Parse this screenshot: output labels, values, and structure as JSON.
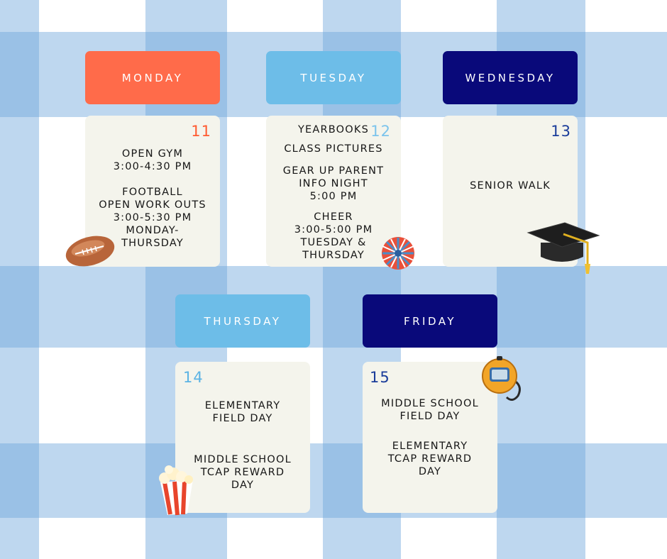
{
  "colors": {
    "monday": "#ff6b4a",
    "tuesday": "#6dbde8",
    "wednesday": "#09097a",
    "thursday": "#6dbde8",
    "friday": "#09097a"
  },
  "days": {
    "monday": {
      "label": "MONDAY",
      "date": "11",
      "events": [
        "OPEN GYM",
        "3:00-4:30 PM",
        "FOOTBALL",
        "OPEN WORK OUTS",
        "3:00-5:30 PM",
        "MONDAY-",
        "THURSDAY"
      ]
    },
    "tuesday": {
      "label": "TUESDAY",
      "date": "12",
      "events": [
        "YEARBOOKS",
        "CLASS PICTURES",
        "GEAR UP PARENT",
        "INFO NIGHT",
        "5:00 PM",
        "CHEER",
        "3:00-5:00 PM",
        "TUESDAY &",
        "THURSDAY"
      ]
    },
    "wednesday": {
      "label": "WEDNESDAY",
      "date": "13",
      "events": [
        "SENIOR WALK"
      ]
    },
    "thursday": {
      "label": "THURSDAY",
      "date": "14",
      "events": [
        "ELEMENTARY",
        "FIELD DAY",
        "MIDDLE SCHOOL",
        "TCAP REWARD",
        "DAY"
      ]
    },
    "friday": {
      "label": "FRIDAY",
      "date": "15",
      "events": [
        "MIDDLE SCHOOL",
        "FIELD DAY",
        "ELEMENTARY",
        "TCAP REWARD",
        "DAY"
      ]
    }
  },
  "icons": {
    "monday": "football-icon",
    "tuesday": "pom-pom-icon",
    "wednesday": "graduation-cap-icon",
    "thursday": "popcorn-icon",
    "friday": "stopwatch-icon"
  }
}
